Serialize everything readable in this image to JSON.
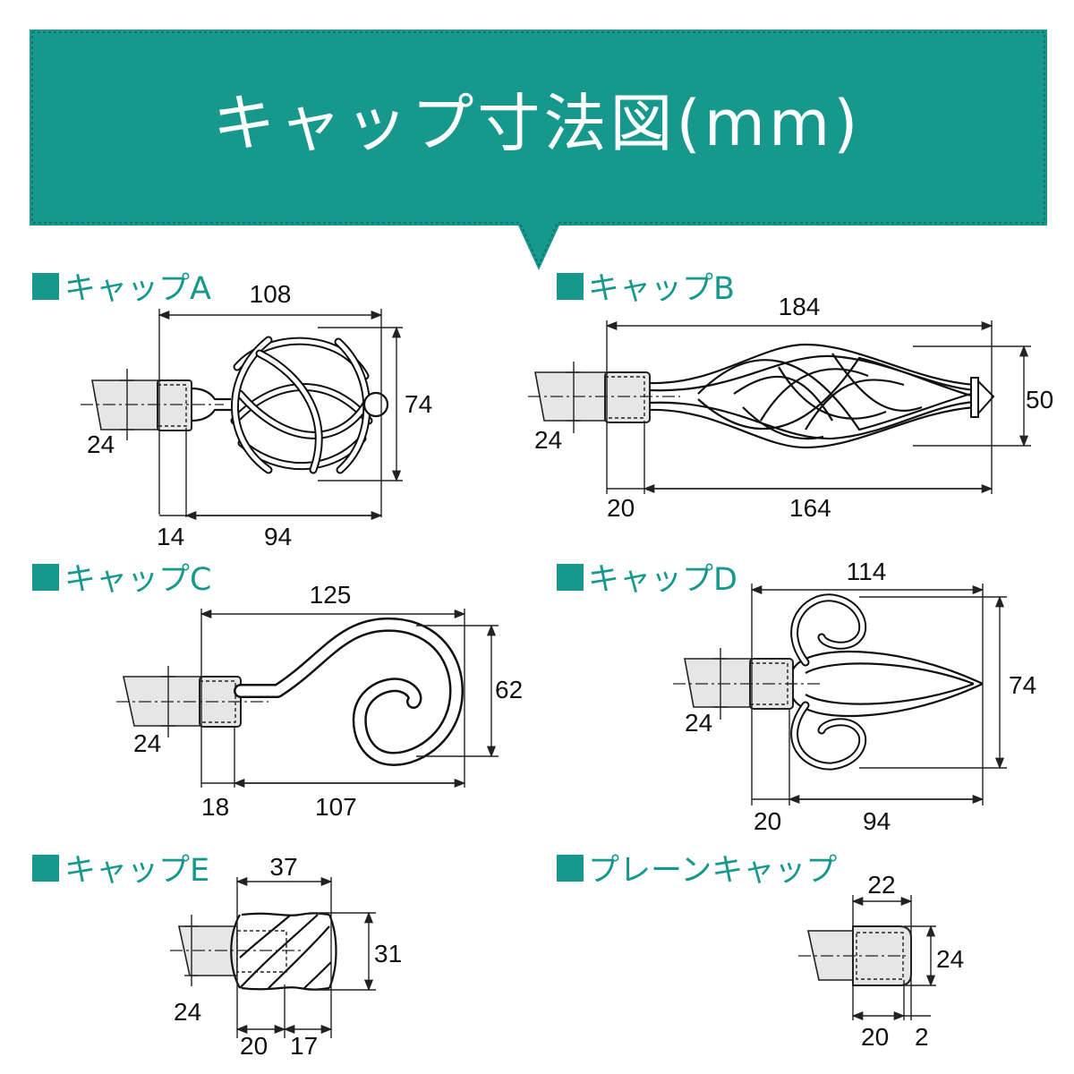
{
  "banner": {
    "title": "キャップ寸法図(mm)",
    "color": "#16988d"
  },
  "sections": {
    "a": {
      "title": "キャップA",
      "dims": {
        "total_length": "108",
        "height": "74",
        "rod": "24",
        "joint": "14",
        "body": "94"
      }
    },
    "b": {
      "title": "キャップB",
      "dims": {
        "total_length": "184",
        "height": "50",
        "rod": "24",
        "joint": "20",
        "body": "164"
      }
    },
    "c": {
      "title": "キャップC",
      "dims": {
        "total_length": "125",
        "height": "62",
        "rod": "24",
        "joint": "18",
        "body": "107"
      }
    },
    "d": {
      "title": "キャップD",
      "dims": {
        "total_length": "114",
        "height": "74",
        "rod": "24",
        "joint": "20",
        "body": "94"
      }
    },
    "e": {
      "title": "キャップE",
      "dims": {
        "total_length": "37",
        "height": "31",
        "rod": "24",
        "joint": "20",
        "body": "17"
      }
    },
    "plain": {
      "title": "プレーンキャップ",
      "dims": {
        "total_length": "22",
        "height": "24",
        "joint": "20",
        "tip": "2"
      }
    }
  }
}
